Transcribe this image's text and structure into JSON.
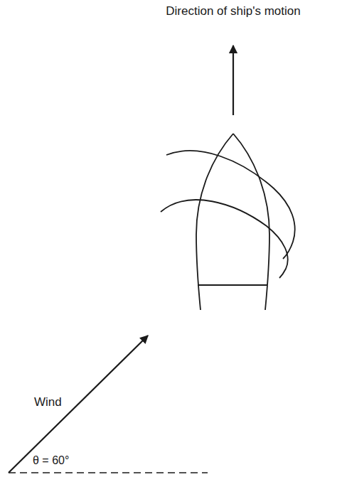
{
  "diagram": {
    "labels": [
      "Direction of ship's motion",
      "Wind",
      "θ = 60°"
    ]
  }
}
